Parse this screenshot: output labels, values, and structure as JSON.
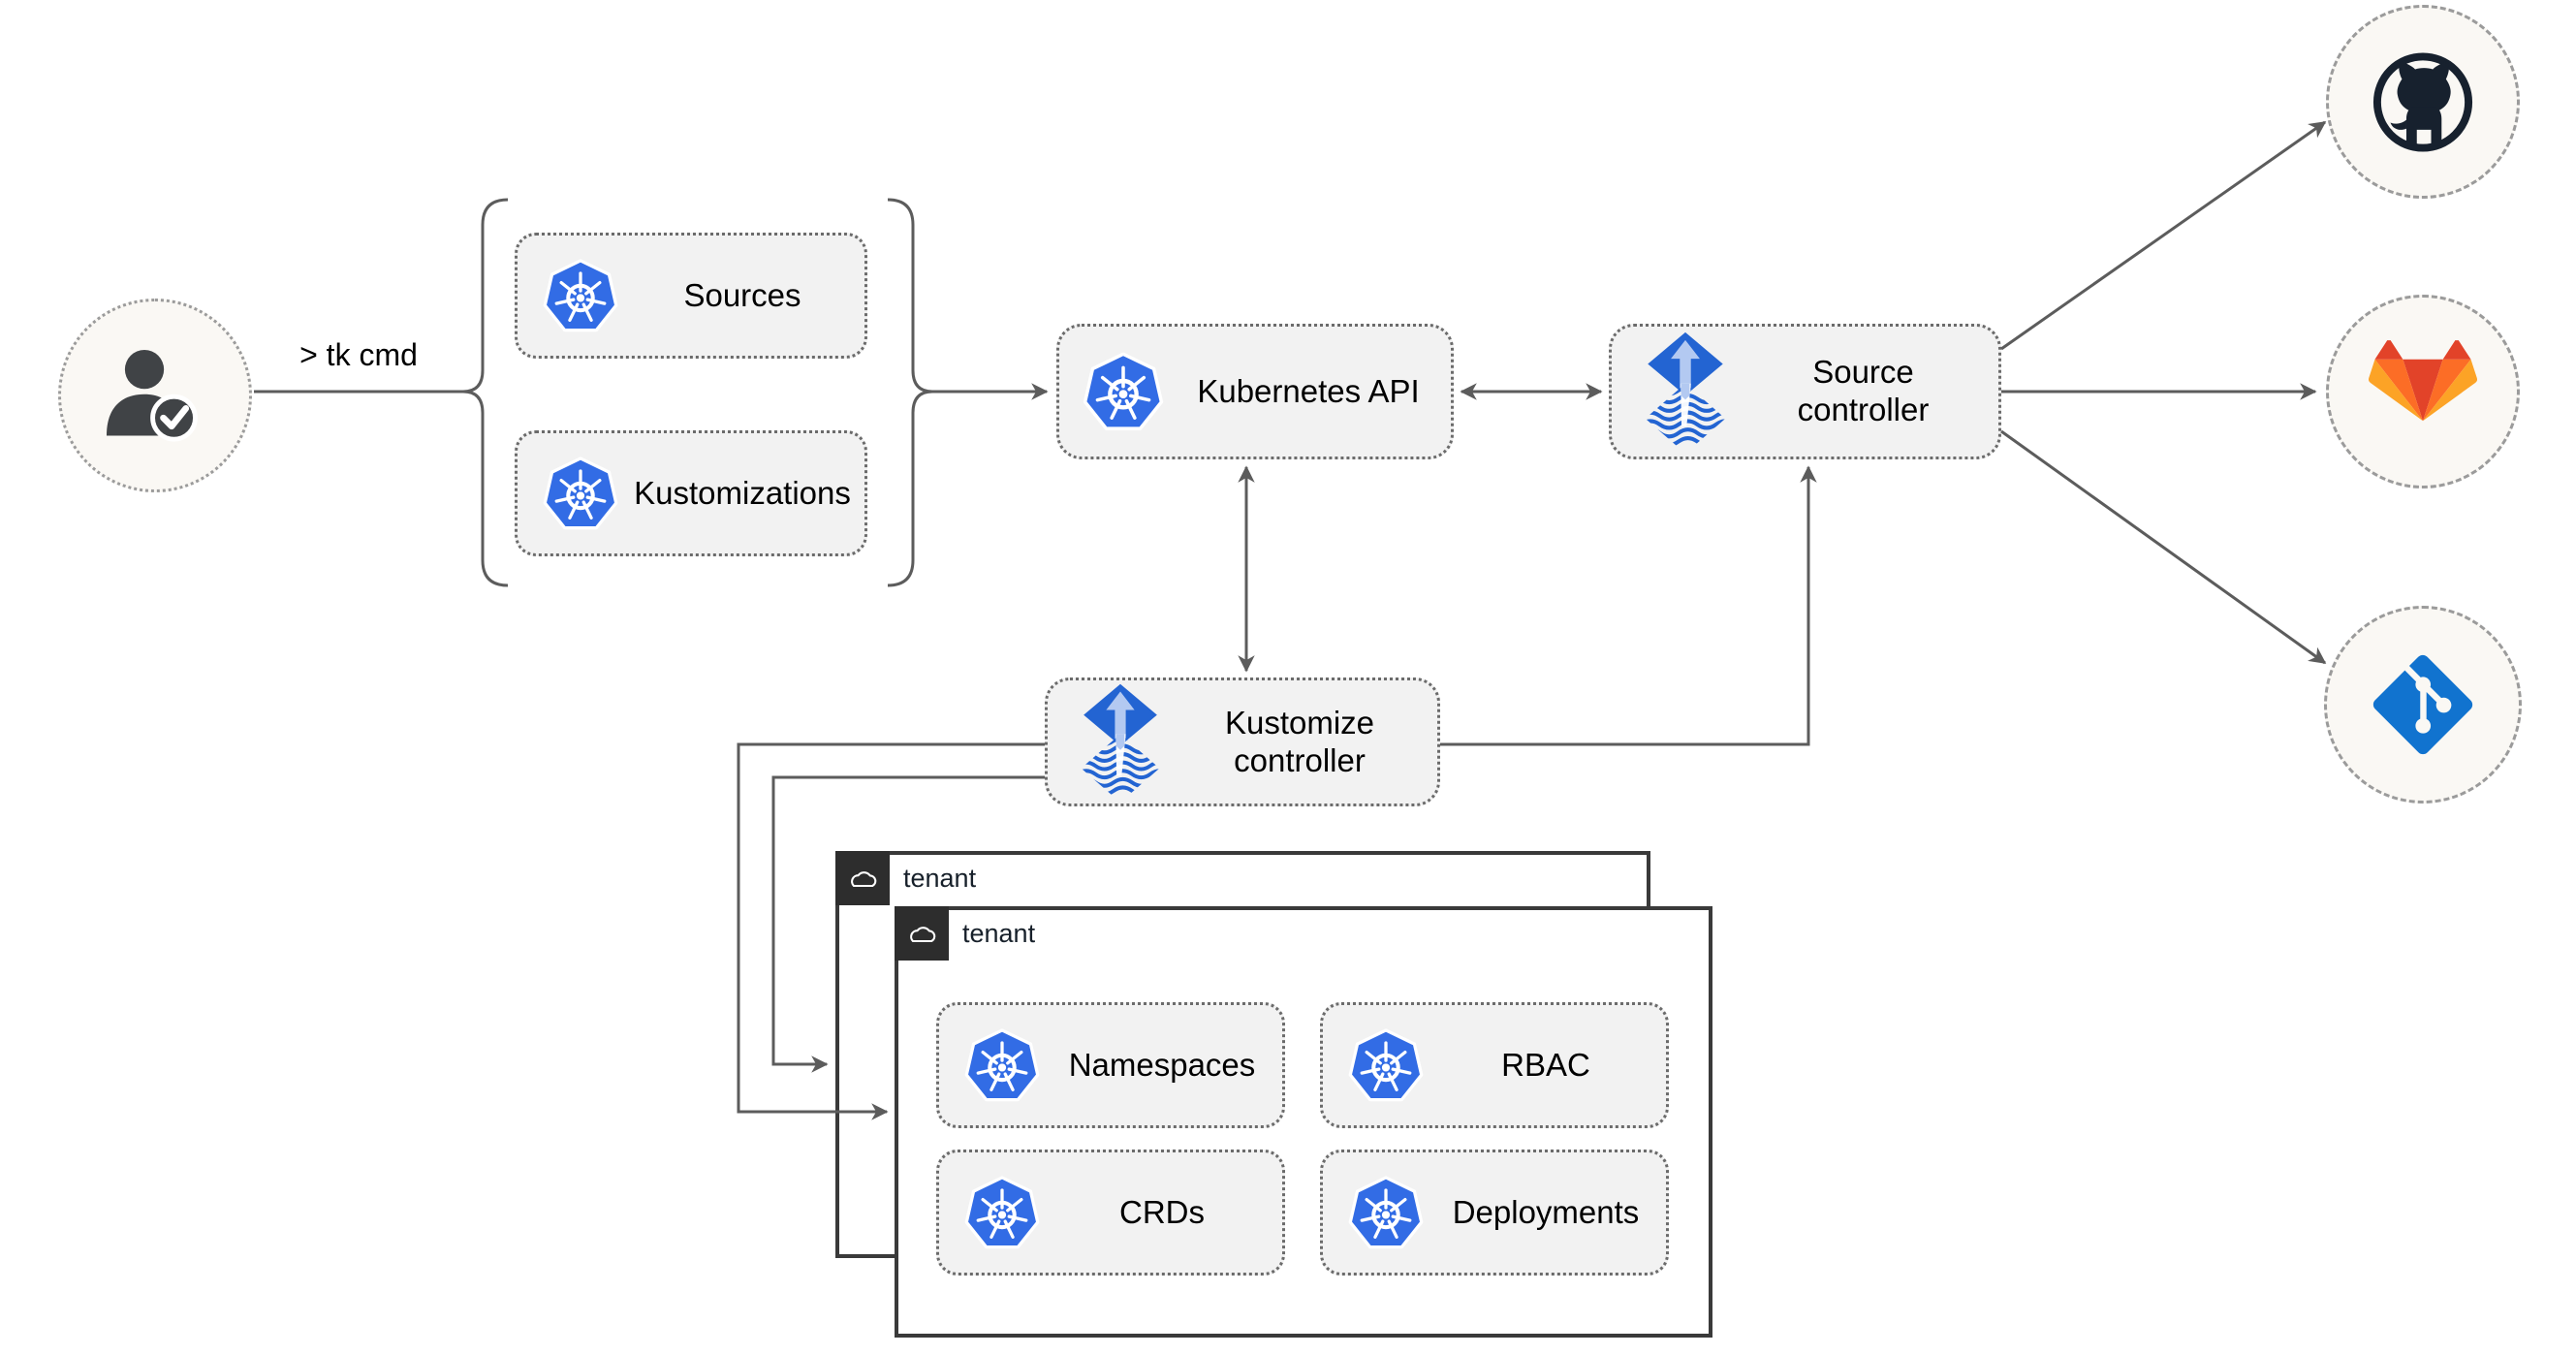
{
  "colors": {
    "k8s-blue": "#326ce5",
    "flux-blue": "#2364d2",
    "flux-arrow-light": "#b3c9f1",
    "github-dark": "#17212e",
    "gitlab-red": "#e24329",
    "gitlab-orange": "#fc6d26",
    "gitlab-amber": "#fca326",
    "git-blue": "#1173cf",
    "wire": "#5c5c5c",
    "node-fill": "#f2f2f2",
    "node-border": "#6b6b6b",
    "circle-fill": "#faf8f4",
    "circle-border": "#9b9b9b",
    "tenant-border": "#3a3a3a",
    "tenant-header-bg": "#2d2d2d",
    "person-dark": "#404346",
    "label-color": "#000000",
    "tenant-label-color": "#17202a"
  },
  "user": {
    "icon": "user-check-icon",
    "command_label": "> tk cmd"
  },
  "cli_group": {
    "items": [
      {
        "label": "Sources",
        "icon": "kubernetes-icon"
      },
      {
        "label": "Kustomizations",
        "icon": "kubernetes-icon"
      }
    ]
  },
  "cluster": {
    "kubernetes_api": {
      "label": "Kubernetes API",
      "icon": "kubernetes-icon"
    },
    "source_controller": {
      "label": "Source\ncontroller",
      "icon": "flux-icon"
    },
    "kustomize_controller": {
      "label": "Kustomize\ncontroller",
      "icon": "flux-icon"
    }
  },
  "tenants": {
    "back": {
      "label": "tenant",
      "icon": "cloud-icon"
    },
    "front": {
      "label": "tenant",
      "icon": "cloud-icon",
      "resources": [
        {
          "label": "Namespaces",
          "icon": "kubernetes-icon"
        },
        {
          "label": "RBAC",
          "icon": "kubernetes-icon"
        },
        {
          "label": "CRDs",
          "icon": "kubernetes-icon"
        },
        {
          "label": "Deployments",
          "icon": "kubernetes-icon"
        }
      ]
    }
  },
  "git_providers": [
    {
      "name": "GitHub",
      "icon": "github-icon"
    },
    {
      "name": "GitLab",
      "icon": "gitlab-icon"
    },
    {
      "name": "Git",
      "icon": "git-icon"
    }
  ]
}
